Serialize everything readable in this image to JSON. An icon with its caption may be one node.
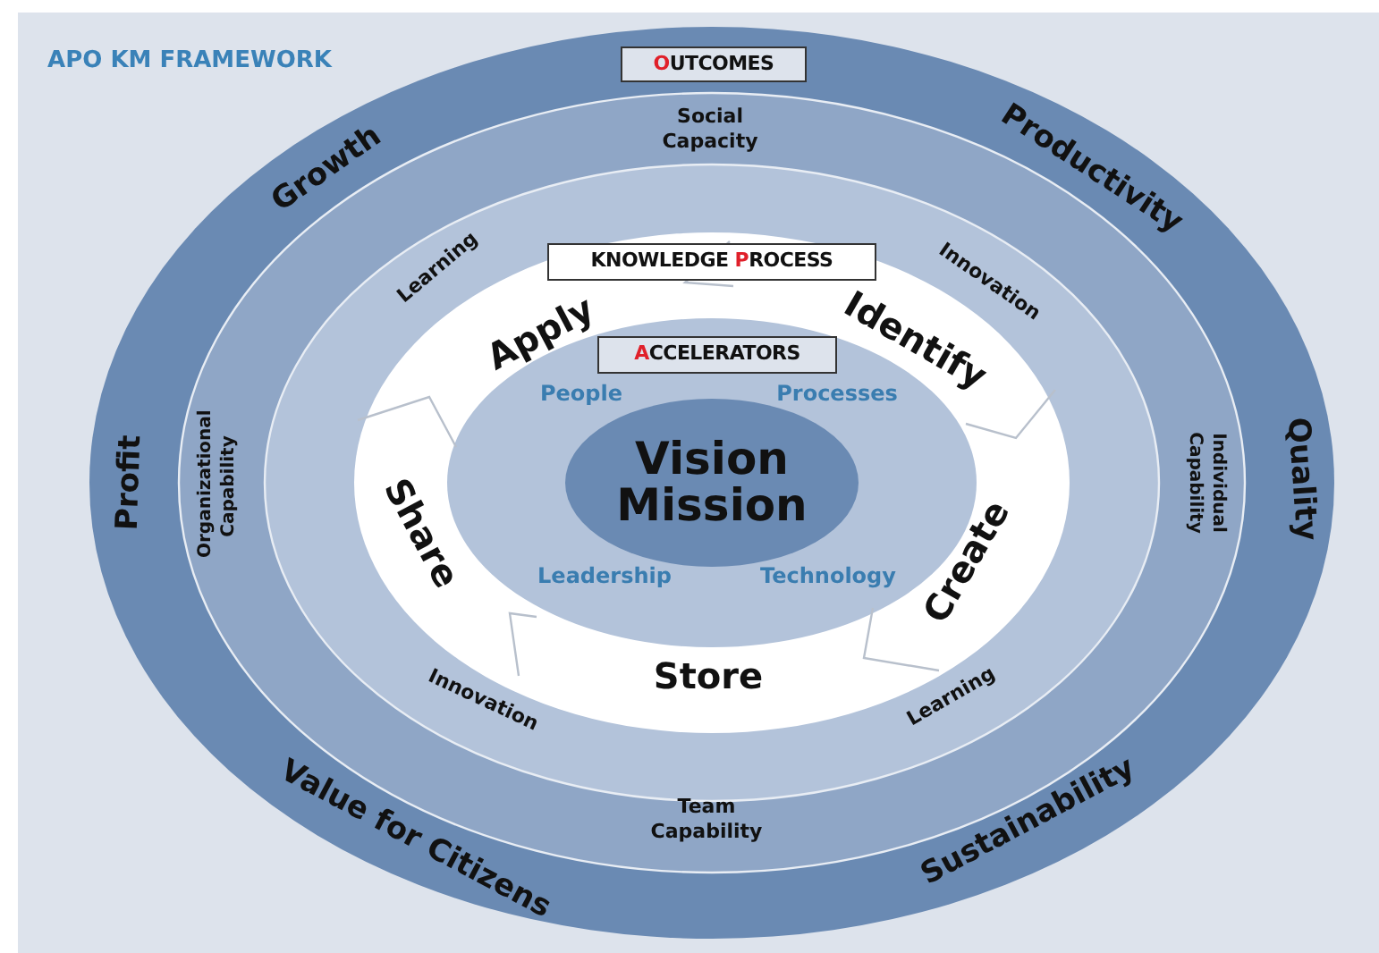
{
  "diagram": {
    "nodes": [
      {
        "text": [
          "OUTCOMES"
        ]
      },
      {
        "text": [
          "KNOWLEDGE PROCESS"
        ]
      },
      {
        "text": [
          "ACCELERATORS"
        ]
      },
      {
        "text": [
          "Vision Mission"
        ]
      }
    ],
    "labels": [
      "APO KM FRAMEWORK",
      "Growth",
      "Social Capacity",
      "Productivity",
      "Learning",
      "Innovation",
      "Apply",
      "Identify",
      "People",
      "Processes",
      "Profit",
      "Organizational Capability",
      "Share",
      "Create",
      "Individual Capability",
      "Quality",
      "Leadership",
      "Technology",
      "Store",
      "Innovation",
      "Learning",
      "Team Capability",
      "Value for Citizens",
      "Sustainability"
    ]
  }
}
